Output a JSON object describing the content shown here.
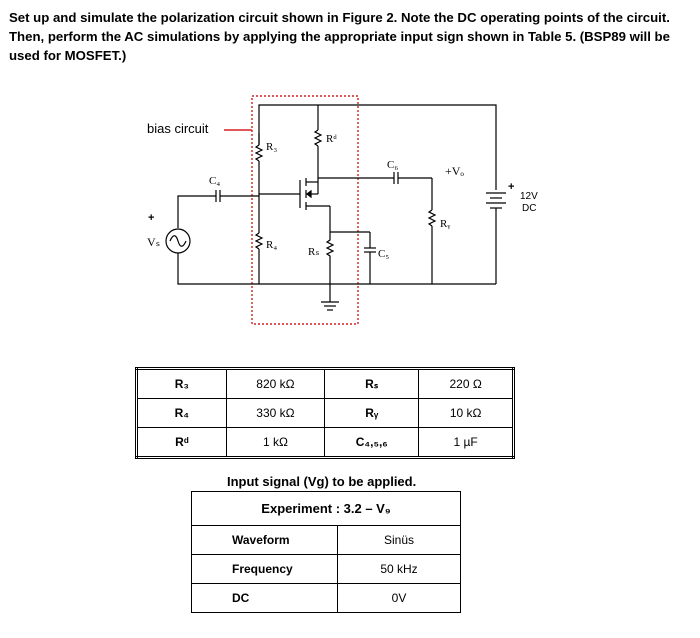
{
  "intro_text": "Set up and simulate the polarization circuit shown in Figure 2. Note the DC operating points of the circuit. Then, perform the AC simulations by applying the appropriate input sign shown in Table 5. (BSP89 will be used for MOSFET.)",
  "circuit": {
    "bias_label": "bias circuit",
    "R3": "R₃",
    "Rd": "Rᵈ",
    "C4": "C₄",
    "C6": "C₆",
    "Vo": "+Vₒ",
    "R4": "R₄",
    "Rs": "Rₛ",
    "C5": "C₅",
    "Ry": "Rᵧ",
    "Vg": "Vₛ",
    "vg_plus": "+",
    "supply_plus": "+",
    "supply_v": "12V",
    "supply_dc": "DC"
  },
  "components_table": {
    "rows": [
      [
        "R₃",
        "820 kΩ",
        "Rₛ",
        "220 Ω"
      ],
      [
        "R₄",
        "330 kΩ",
        "Rᵧ",
        "10 kΩ"
      ],
      [
        "Rᵈ",
        "1 kΩ",
        "C₄,₅,₆",
        "1 µF"
      ]
    ]
  },
  "signal_table": {
    "caption": "Input signal (Vg) to be applied.",
    "header": "Experiment : 3.2 – V₉",
    "rows": [
      [
        "Waveform",
        "Sinüs"
      ],
      [
        "Frequency",
        "50 kHz"
      ],
      [
        "DC",
        "0V"
      ]
    ]
  }
}
